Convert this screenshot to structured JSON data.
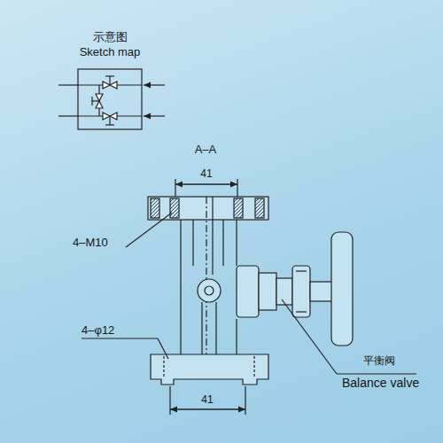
{
  "diagram": {
    "labels": [
      "示意图",
      "Sketch map",
      "A–A",
      "41",
      "4–M10",
      "4–φ12",
      "41",
      "平衡阀",
      "Balance valve"
    ]
  }
}
